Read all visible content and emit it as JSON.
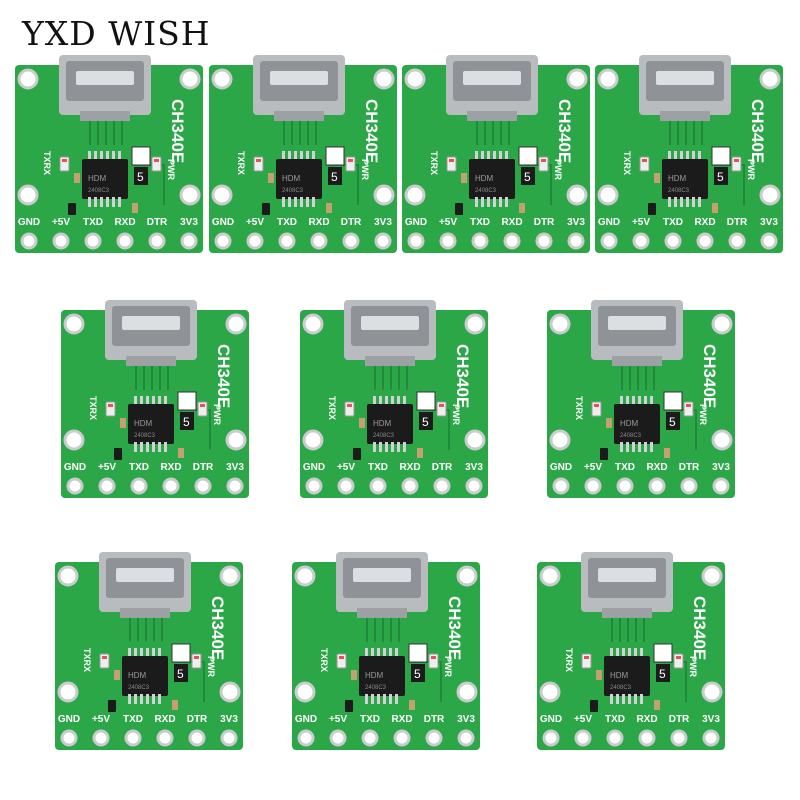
{
  "watermark": "YXD WISH",
  "board": {
    "model": "CH340E",
    "led_txrx": "TXRX",
    "led_pwr": "PWR",
    "pins": [
      "GND",
      "+5V",
      "TXD",
      "RXD",
      "DTR",
      "3V3"
    ],
    "chip_mark": "5",
    "ic_marking": "HDM",
    "ic_code": "2408C3"
  },
  "colors": {
    "pcb": "#2ba748",
    "pcb_dark": "#1f8a3a",
    "silk": "#ffffff",
    "connector": "#b9bcbf",
    "ic": "#1b1b1b",
    "pad": "#c9cbcc"
  },
  "board_count": 10
}
